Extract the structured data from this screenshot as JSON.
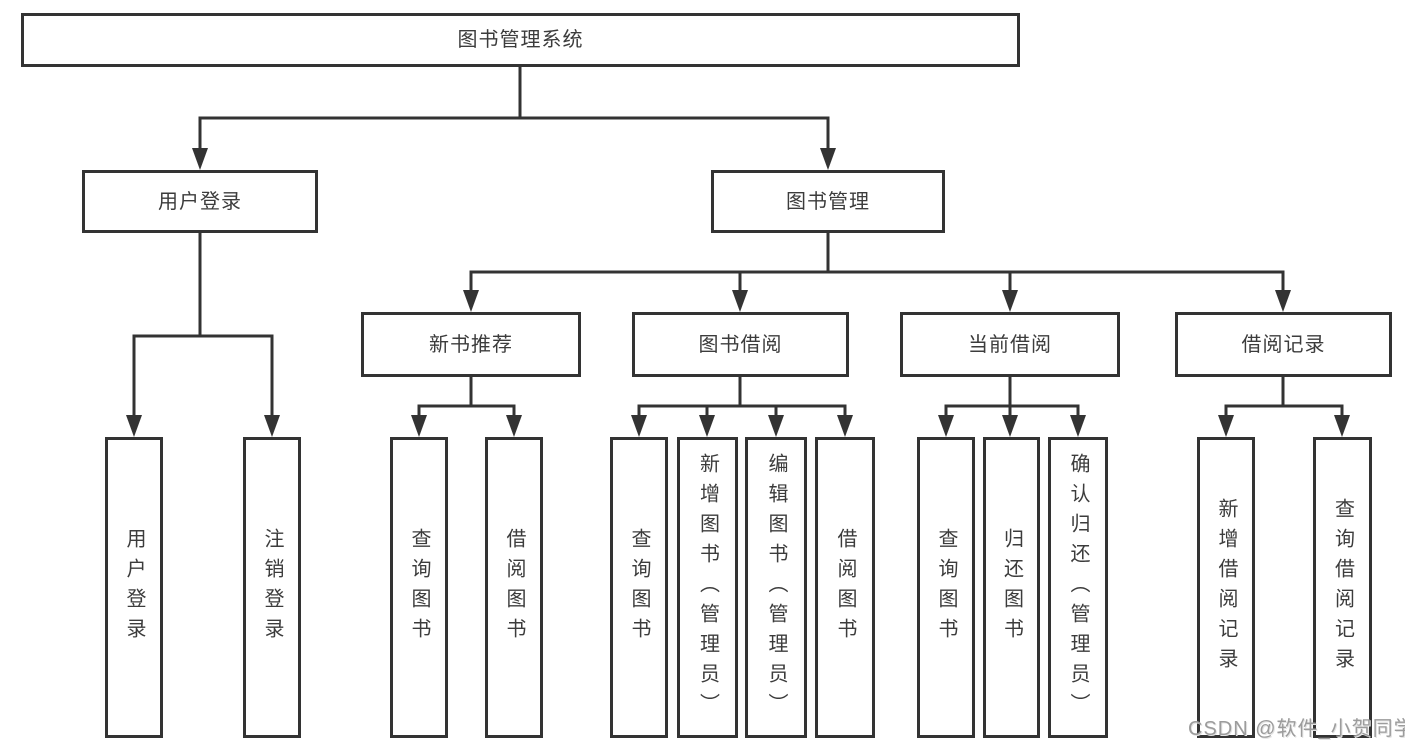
{
  "tree": {
    "root": "图书管理系统",
    "children": [
      {
        "label": "用户登录",
        "children": [
          {
            "label": "用户登录"
          },
          {
            "label": "注销登录"
          }
        ]
      },
      {
        "label": "图书管理",
        "children": [
          {
            "label": "新书推荐",
            "children": [
              {
                "label": "查询图书"
              },
              {
                "label": "借阅图书"
              }
            ]
          },
          {
            "label": "图书借阅",
            "children": [
              {
                "label": "查询图书"
              },
              {
                "label": "新增图书（管理员）"
              },
              {
                "label": "编辑图书（管理员）"
              },
              {
                "label": "借阅图书"
              }
            ]
          },
          {
            "label": "当前借阅",
            "children": [
              {
                "label": "查询图书"
              },
              {
                "label": "归还图书"
              },
              {
                "label": "确认归还（管理员）"
              }
            ]
          },
          {
            "label": "借阅记录",
            "children": [
              {
                "label": "新增借阅记录"
              },
              {
                "label": "查询借阅记录"
              }
            ]
          }
        ]
      }
    ]
  },
  "watermark": {
    "text": "CSDN @软件_小贺同学"
  },
  "colors": {
    "line": "#333333",
    "box_border": "#333333",
    "box_fill": "#ffffff",
    "text": "#3c3c3c",
    "watermark": "#9c9c9c",
    "background": "#ffffff"
  }
}
